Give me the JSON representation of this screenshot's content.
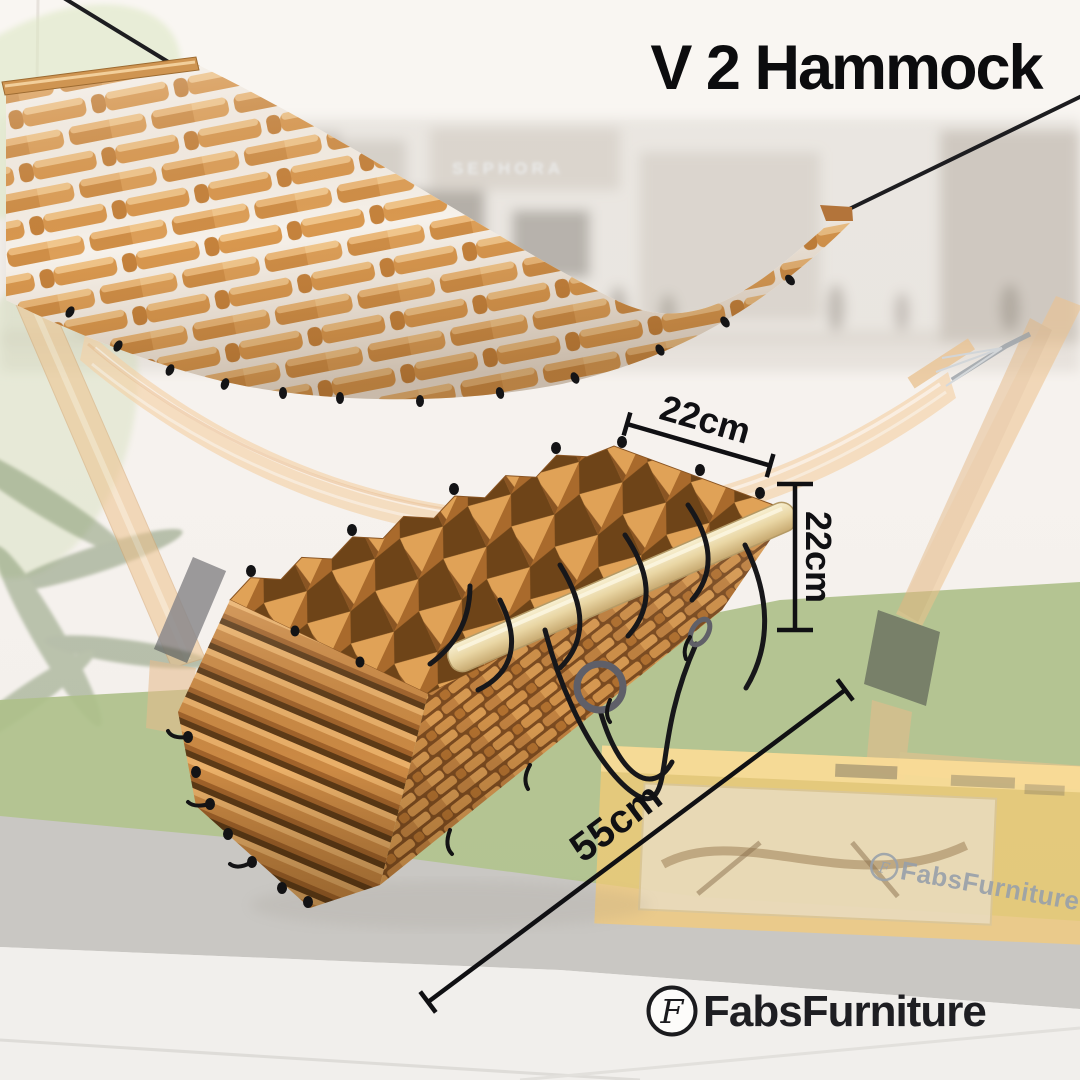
{
  "title": "V 2 Hammock",
  "brand": {
    "name": "FabsFurniture",
    "monogram": "F"
  },
  "annotations": {
    "top_width": "22cm",
    "side_height": "22cm",
    "length": "55cm"
  },
  "background": {
    "storefront_sign": "SEPHORA",
    "box_brand": "FabsFurniture",
    "box_monogram": "F"
  },
  "colors": {
    "annotation": "#101013",
    "title": "#0c0c0e",
    "brand_text": "#1e1e22",
    "watermark": "#98a0aa",
    "wood_mid": "#cf8f4b",
    "wood_light": "#e8b670",
    "wood_dark": "#7c4b1d",
    "spreader_bar": "#efe3bc",
    "rope": "#17171a",
    "grass": "#aec08a",
    "box": "#f8cc74",
    "floor": "#f1efec"
  }
}
